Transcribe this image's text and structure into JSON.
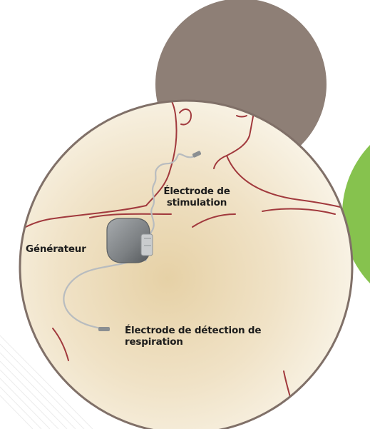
{
  "colors": {
    "brown_circle": "#8e7f76",
    "green_circle": "#86c24e",
    "circle_border": "#807068",
    "skin_center": "#e6d1a6",
    "skin_edge": "#fbf8ef",
    "body_outline": "#a1393d",
    "device_fill": "#808487",
    "lead_wire": "#b8bcbf",
    "label_text": "#1c1c1c"
  },
  "labels": {
    "stimulation_electrode": "Électrode de stimulation",
    "generator": "Générateur",
    "respiration_sensing_electrode": "Électrode de détection de respiration"
  },
  "icons": {
    "generator_device": "implantable-pulse-generator-icon"
  }
}
